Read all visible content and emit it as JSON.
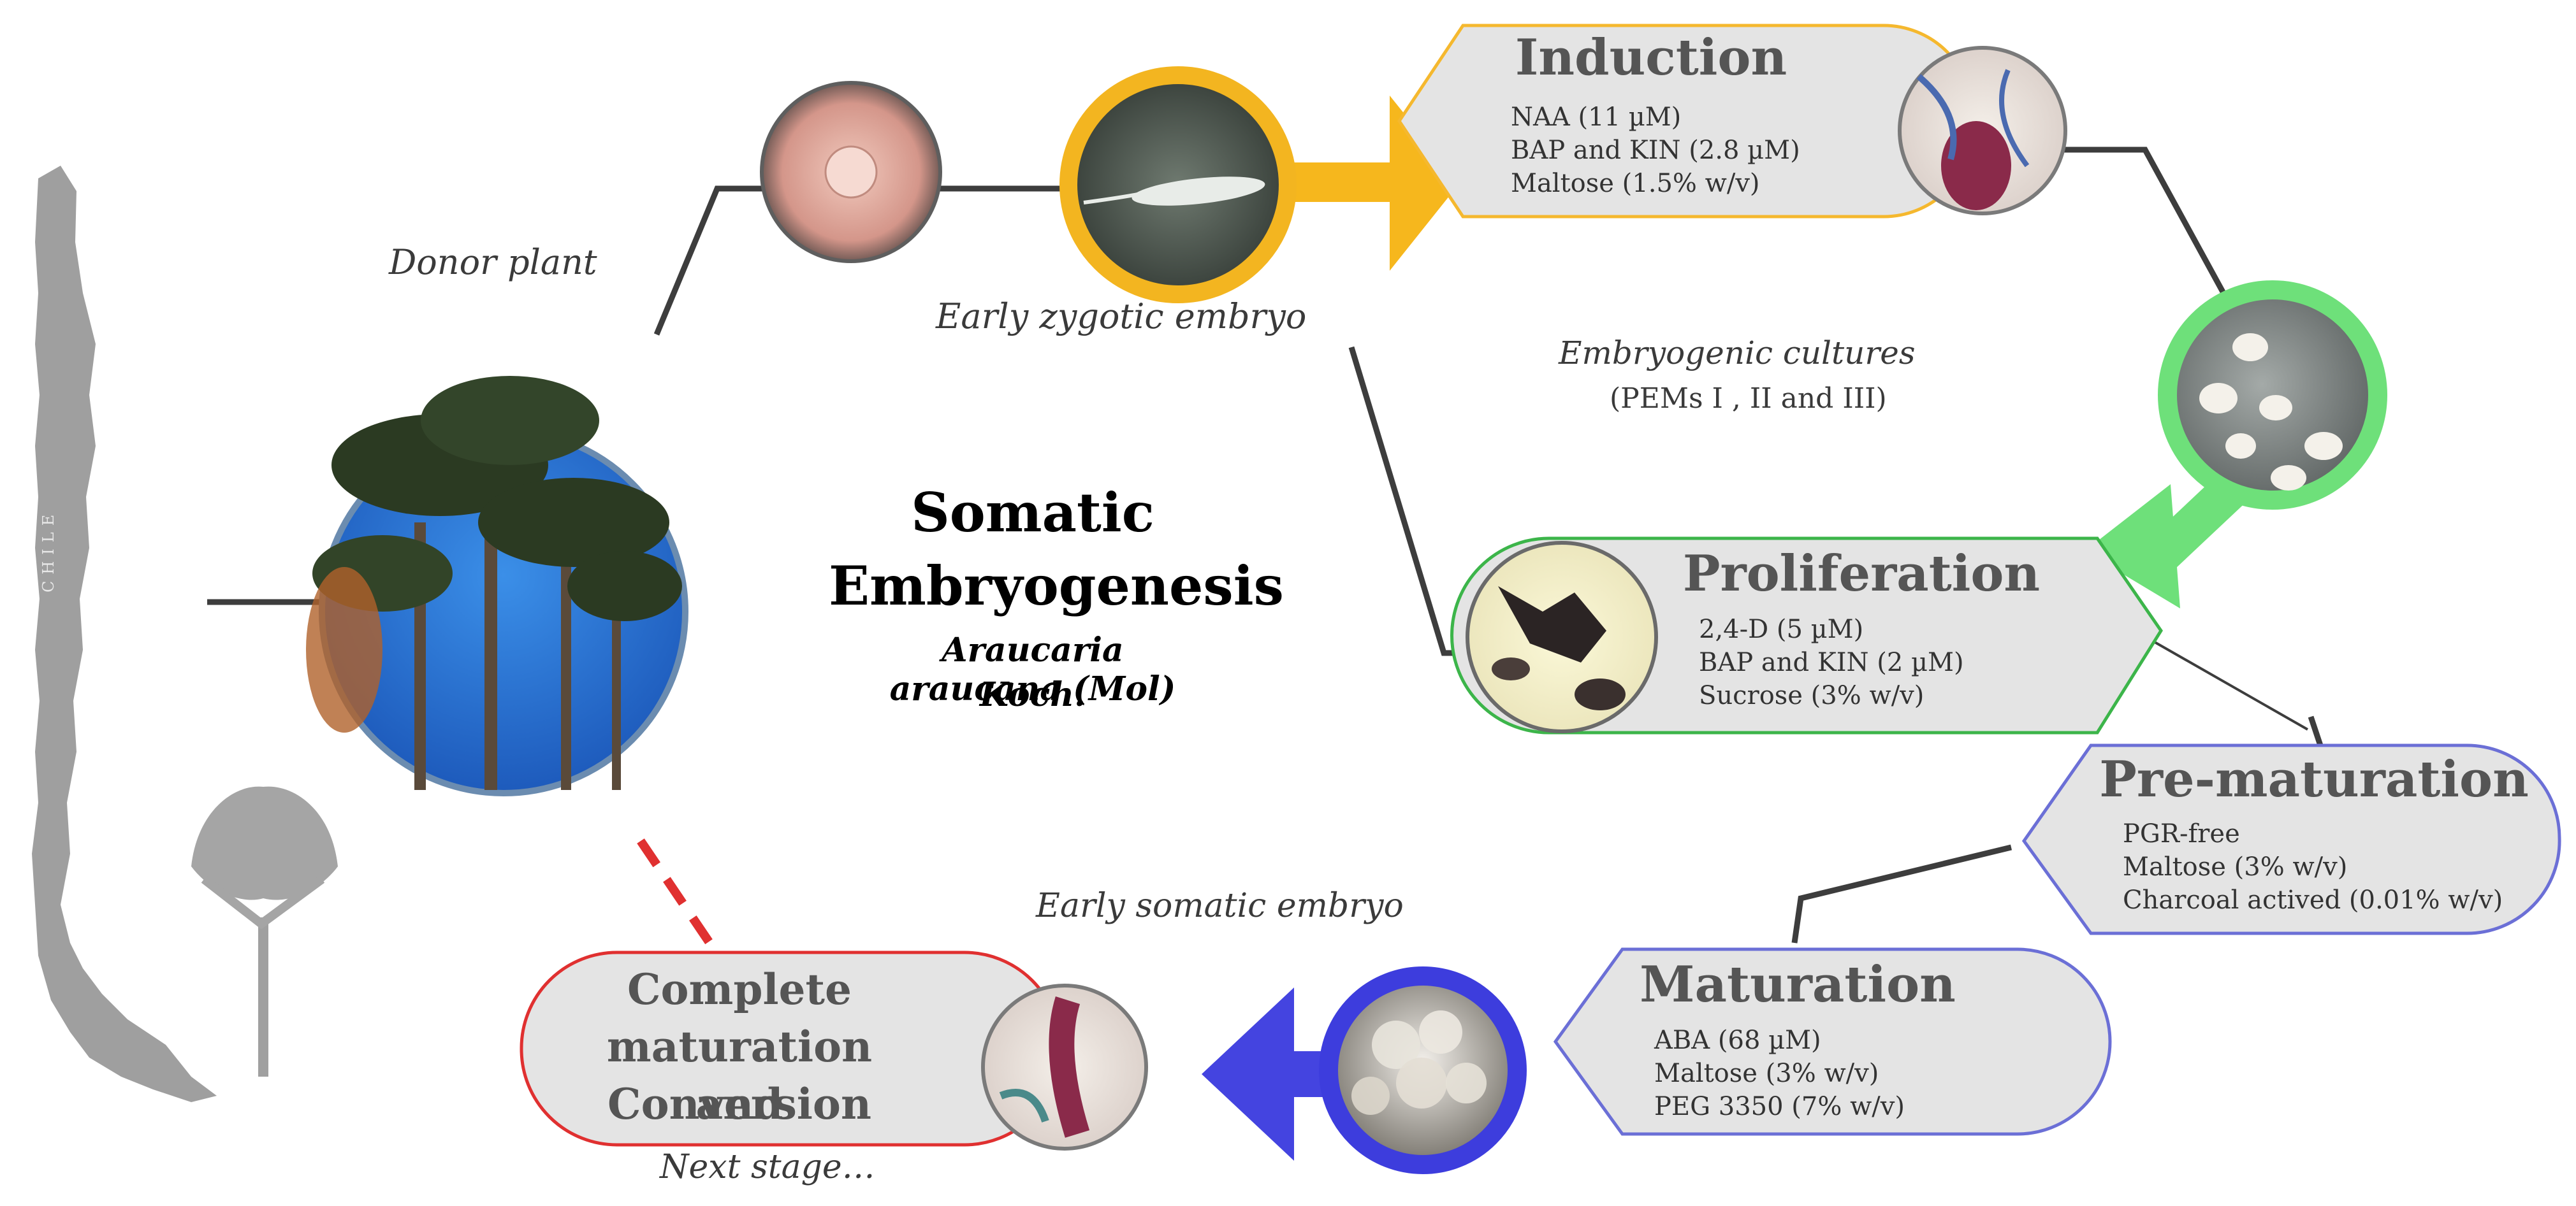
{
  "title": {
    "line1": "Somatic",
    "line2": "Embryogenesis",
    "species_line1": "Araucaria araucana (Mol)",
    "species_line2": "Koch."
  },
  "labels": {
    "donor_plant": "Donor plant",
    "early_zygotic_embryo": "Early zygotic embryo",
    "embryogenic_cultures": "Embryogenic cultures",
    "pems": "(PEMs I , II and III)",
    "early_somatic_embryo": "Early somatic embryo",
    "next_stage": "Next stage…",
    "map_label": "CHILE"
  },
  "stages": {
    "induction": {
      "title": "Induction",
      "items": [
        "NAA (11 µM)",
        "BAP and KIN (2.8 µM)",
        "Maltose (1.5% w/v)"
      ],
      "border_color": "#f5b82e"
    },
    "proliferation": {
      "title": "Proliferation",
      "items": [
        "2,4-D (5 µM)",
        "BAP and KIN (2 µM)",
        "Sucrose (3% w/v)"
      ],
      "border_color": "#3cb54a"
    },
    "pre_maturation": {
      "title": "Pre-maturation",
      "items": [
        "PGR-free",
        "Maltose (3% w/v)",
        "Charcoal actived (0.01% w/v)"
      ],
      "border_color": "#6b6fd6"
    },
    "maturation": {
      "title": "Maturation",
      "items": [
        "ABA (68 µM)",
        "Maltose (3% w/v)",
        "PEG 3350 (7% w/v)"
      ],
      "border_color": "#6b6fd6"
    },
    "conversion": {
      "title_line1": "Complete",
      "title_line2": "maturation and",
      "title_line3": "Conversion",
      "border_color": "#e03030"
    }
  },
  "colors": {
    "induction_arrow": "#f6b71d",
    "proliferation_arrow": "#6ee07a",
    "maturation_arrow": "#4444e0",
    "connector": "#3d3d3d",
    "dashed": "#e03030",
    "box_fill": "#e4e4e4"
  }
}
